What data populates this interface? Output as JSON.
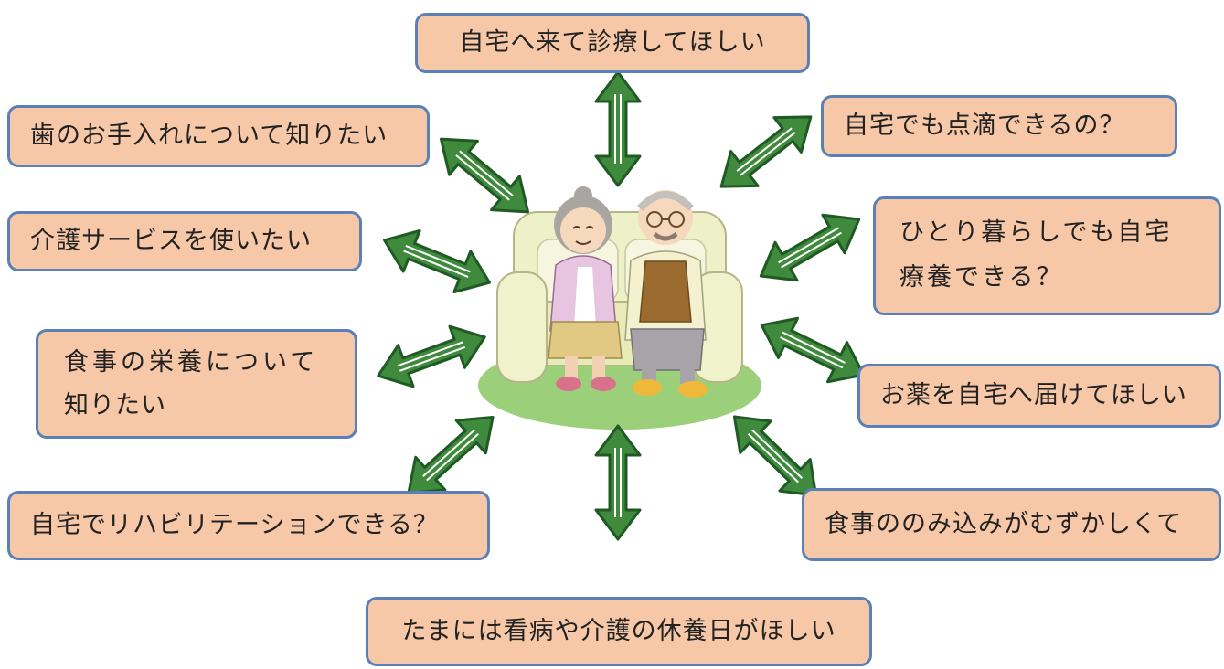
{
  "colors": {
    "box_fill": "#f6c8a8",
    "box_border": "#5b7fb7",
    "arrow_fill": "#3f8a3c",
    "arrow_outline": "#1f5a24",
    "floor": "#9ccf7a",
    "sofa": "#eef0c8"
  },
  "center_image": "elderly-couple-on-sofa-illustration",
  "needs": {
    "top": "自宅へ来て診療してほしい",
    "dental": "歯のお手入れについて知りたい",
    "care_service": "介護サービスを使いたい",
    "nutrition_line1": "食事の栄養について",
    "nutrition_line2": "知りたい",
    "rehab": "自宅でリハビリテーションできる？",
    "respite": "たまには看病や介護の休養日がほしい",
    "iv_drip": "自宅でも点滴できるの？",
    "living_alone_line1": "ひとり暮らしでも自宅",
    "living_alone_line2": "療養できる？",
    "medicine": "お薬を自宅へ届けてほしい",
    "swallowing": "食事ののみ込みがむずかしくて"
  }
}
